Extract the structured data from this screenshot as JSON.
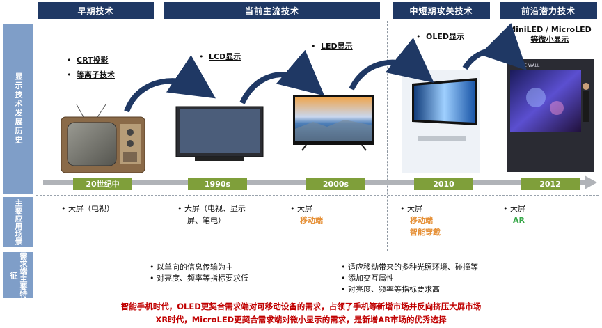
{
  "headers": [
    "早期技术",
    "当前主流技术",
    "中短期攻关技术",
    "前沿潜力技术"
  ],
  "side_labels": [
    "显示技术发展历史",
    "主要应用场景",
    "需求端主要特征"
  ],
  "techs": [
    "CRT投影",
    "等离子技术",
    "LCD显示",
    "LED显示",
    "OLED显示",
    "MiniLED / MicroLED",
    "等微小显示"
  ],
  "timeline": [
    "20世纪中",
    "1990s",
    "2000s",
    "2010",
    "2012"
  ],
  "apps": {
    "c1": [
      "大屏（电视）"
    ],
    "c2": [
      "大屏（电视、显示",
      "屏、笔电）"
    ],
    "c3": [
      "大屏",
      "移动端"
    ],
    "c4": [
      "大屏",
      "移动端",
      "智能穿戴"
    ],
    "c5": [
      "大屏",
      "AR"
    ]
  },
  "needs": {
    "left": [
      "以单向的信息传输为主",
      "对亮度、频率等指标要求低"
    ],
    "right": [
      "适应移动带来的多种光照环境、碰撞等",
      "添加交互属性",
      "对亮度、频率等指标要求高"
    ]
  },
  "conclusions": [
    "智能手机时代，OLED更契合需求端对可移动设备的需求，占领了手机等新增市场并反向挤压大屏市场",
    "XR时代，MicroLED更契合需求端对微小显示的需求，是新增AR市场的优秀选择"
  ],
  "images": {
    "wall_brand": "THE WALL"
  },
  "colors": {
    "header_bg": "#1f3864",
    "side_bg": "#7f9ec8",
    "tag_bg": "#7f9f3a",
    "arrow": "#1f3864",
    "orange": "#e69138",
    "green": "#38a84a",
    "red": "#c00000"
  }
}
